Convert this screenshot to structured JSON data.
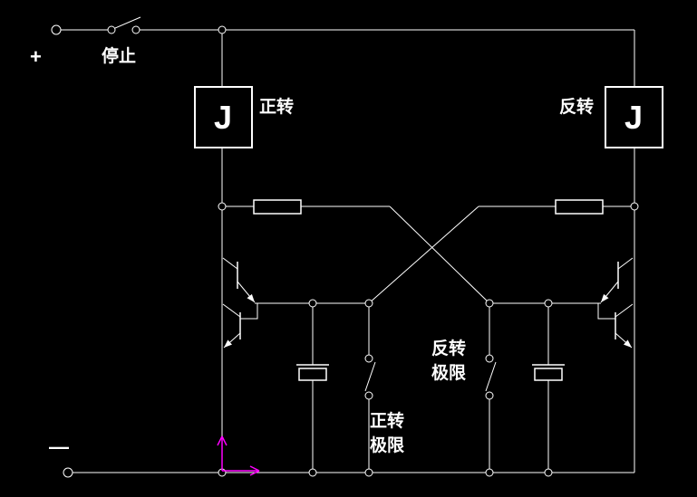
{
  "canvas": {
    "type": "circuit-schematic",
    "colors": {
      "background": "#000000",
      "stroke": "#FFFFFF",
      "ucs_axis": "#FF00FF"
    }
  },
  "labels": {
    "plus_terminal": "+",
    "minus_terminal": "—",
    "stop_switch": "停止",
    "forward_relay": "正转",
    "reverse_relay": "反转",
    "relay_left_letter": "J",
    "relay_right_letter": "J",
    "reverse_limit": {
      "line1": "反转",
      "line2": "极限"
    },
    "forward_limit": {
      "line1": "正转",
      "line2": "极限"
    }
  }
}
